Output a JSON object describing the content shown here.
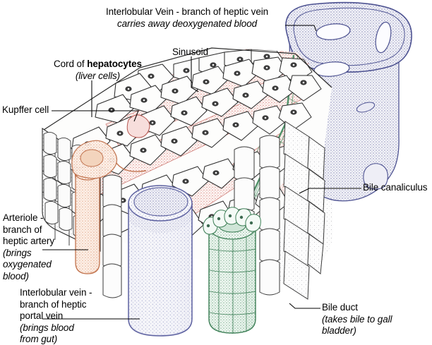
{
  "figure": {
    "title": "Liver lobule histology - cut-away block diagram",
    "background": "#ffffff"
  },
  "labels": {
    "interlobular_vein_hepatic": {
      "line1": "Interlobular Vein - branch of heptic vein",
      "line2": "carries away deoxygenated blood"
    },
    "sinusoid": "Sinusoid",
    "cord_of_hepatocytes": {
      "prefix": "Cord of ",
      "bold": "hepatocytes",
      "line2": "(liver cells)"
    },
    "kupffer_cell": "Kupffer cell",
    "bile_canaliculus": "Bile canaliculus",
    "arteriole": {
      "line1": "Arteriole -",
      "line2": "branch of",
      "line3": "heptic artery",
      "line4": "(brings",
      "line5": "oxygenated",
      "line6": "blood)"
    },
    "interlobular_vein_portal": {
      "line1": "Interlobular vein -",
      "line2": "branch of heptic",
      "line3": "portal vein",
      "line4": "(brings blood",
      "line5": "from gut)"
    },
    "bile_duct": {
      "line1": "Bile duct",
      "line2": "(takes bile to gall",
      "line3": "bladder)"
    }
  },
  "colors": {
    "ink": "#1a1a1a",
    "central_vein_blue": "#5b5f9e",
    "portal_vein_blue": "#6f74ad",
    "arteriole_orange": "#d98a63",
    "sinusoid_red": "#cf6a63",
    "bile_green": "#4f9168",
    "hepatocyte_fill": "#fbfbfa",
    "stipple_grey": "#7d7d86"
  },
  "structures": [
    {
      "name": "central-vein",
      "label_ref": "interlobular_vein_hepatic",
      "color": "#5b5f9e"
    },
    {
      "name": "sinusoid",
      "label_ref": "sinusoid",
      "color": "#cf6a63"
    },
    {
      "name": "hepatocyte-cord",
      "label_ref": "cord_of_hepatocytes",
      "color": "#1a1a1a"
    },
    {
      "name": "kupffer-cell",
      "label_ref": "kupffer_cell",
      "color": "#1a1a1a"
    },
    {
      "name": "bile-canaliculus",
      "label_ref": "bile_canaliculus",
      "color": "#4f9168"
    },
    {
      "name": "hepatic-arteriole",
      "label_ref": "arteriole",
      "color": "#d98a63"
    },
    {
      "name": "portal-vein",
      "label_ref": "interlobular_vein_portal",
      "color": "#6f74ad"
    },
    {
      "name": "bile-duct",
      "label_ref": "bile_duct",
      "color": "#4f9168"
    }
  ]
}
